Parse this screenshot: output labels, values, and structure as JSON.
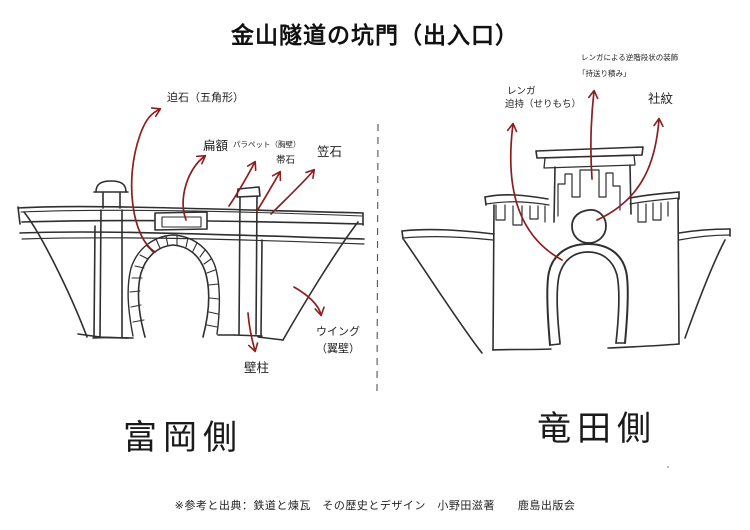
{
  "page": {
    "title": "金山隧道の坑門（出入口）",
    "footer": "※参考と出典：鉄道と煉瓦　その歴史とデザイン　小野田滋著　　鹿島出版会"
  },
  "colors": {
    "background": "#ffffff",
    "sketch_ink": "#2f2f2f",
    "annotation_arrow": "#8b1f1f",
    "label_text": "#222222"
  },
  "left_panel": {
    "caption": "富岡側",
    "labels": {
      "seriishi": "迫石（五角形）",
      "hengaku": "扁額",
      "parapet": "パラペット（胸壁）",
      "obiishi": "帯石",
      "kasaishi": "笠石",
      "wing_line1": "ウイング",
      "wing_line2": "（翼壁）",
      "hekichu": "壁柱"
    }
  },
  "right_panel": {
    "caption": "竜田側",
    "labels": {
      "renga": "レンガ",
      "serimochi": "迫持（せりもち）",
      "corbel_line1": "レンガによる逆階段状の装飾",
      "corbel_line2": "「持送り積み」",
      "shamon": "社紋"
    }
  }
}
